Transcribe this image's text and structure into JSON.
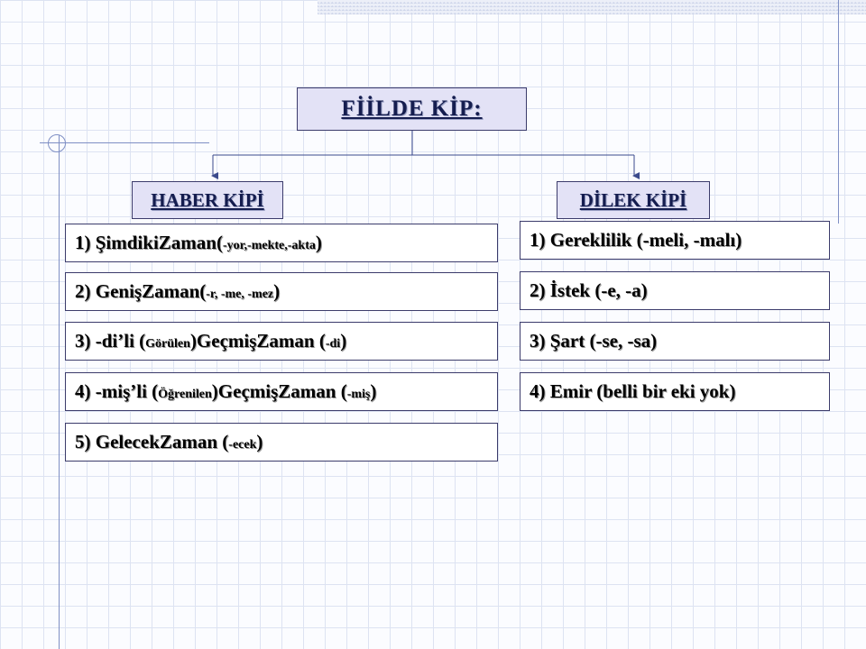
{
  "title": "FİİLDE  KİP:",
  "haber": {
    "heading": "HABER KİPİ",
    "items": [
      {
        "a": "1) ŞimdikiZaman(",
        "b": "-yor,-mekte,-akta",
        "c": ")"
      },
      {
        "a": "2) GenişZaman(",
        "b": "-r, -me, -mez",
        "c": ")"
      },
      {
        "a": "3) -di’li (",
        "b": "Görülen",
        "c": ")GeçmişZaman (",
        "d": "-di",
        "e": ")"
      },
      {
        "a": "4) -miş’li (",
        "b": "Öğrenilen",
        "c": ")GeçmişZaman (",
        "d": "-miş",
        "e": ")"
      },
      {
        "a": "5) GelecekZaman (",
        "b": "-ecek",
        "c": ")"
      }
    ]
  },
  "dilek": {
    "heading": "DİLEK KİPİ",
    "items": [
      "1) Gereklilik (-meli, -malı)",
      "2) İstek (-e, -a)",
      "3) Şart (-se, -sa)",
      "4) Emir (belli bir eki yok)"
    ]
  }
}
